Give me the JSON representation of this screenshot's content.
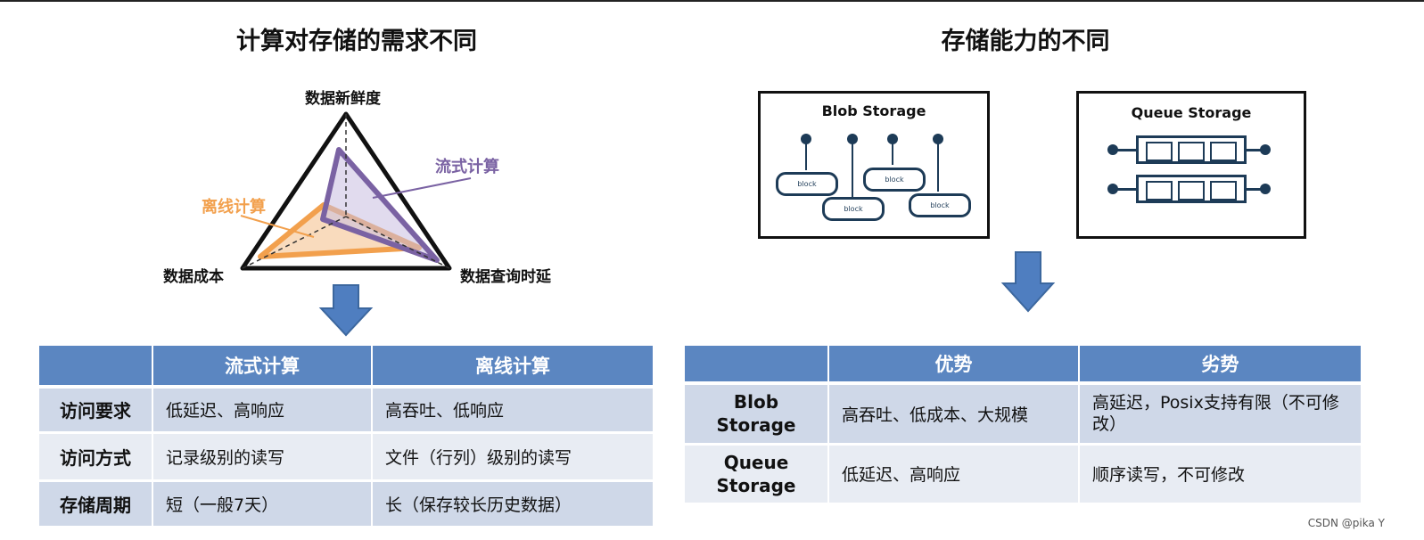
{
  "left": {
    "title": "计算对存储的需求不同",
    "radar": {
      "axis_top": "数据新鲜度",
      "axis_left": "数据成本",
      "axis_right": "数据查询时延",
      "stream_label": "流式计算",
      "offline_label": "离线计算",
      "stream_color": "#7a62a3",
      "offline_color": "#f2a04d"
    },
    "table": {
      "headers": [
        "",
        "流式计算",
        "离线计算"
      ],
      "rows": [
        {
          "label": "访问要求",
          "stream": "低延迟、高响应",
          "offline": "高吞吐、低响应"
        },
        {
          "label": "访问方式",
          "stream": "记录级别的读写",
          "offline": "文件（行列）级别的读写"
        },
        {
          "label": "存储周期",
          "stream": "短（一般7天）",
          "offline": "长（保存较长历史数据）"
        }
      ]
    }
  },
  "right": {
    "title": "存储能力的不同",
    "blob_box": {
      "title": "Blob Storage",
      "block_label": "block"
    },
    "queue_box": {
      "title": "Queue Storage"
    },
    "table": {
      "headers": [
        "",
        "优势",
        "劣势"
      ],
      "rows": [
        {
          "label": "Blob Storage",
          "adv": "高吞吐、低成本、大规模",
          "dis": "高延迟，Posix支持有限（不可修改）"
        },
        {
          "label": "Queue Storage",
          "adv": "低延迟、高响应",
          "dis": "顺序读写，不可修改"
        }
      ]
    }
  },
  "arrow_color": "#4f7ec0",
  "header_color": "#5b86c1",
  "watermark": "CSDN @pika Y"
}
